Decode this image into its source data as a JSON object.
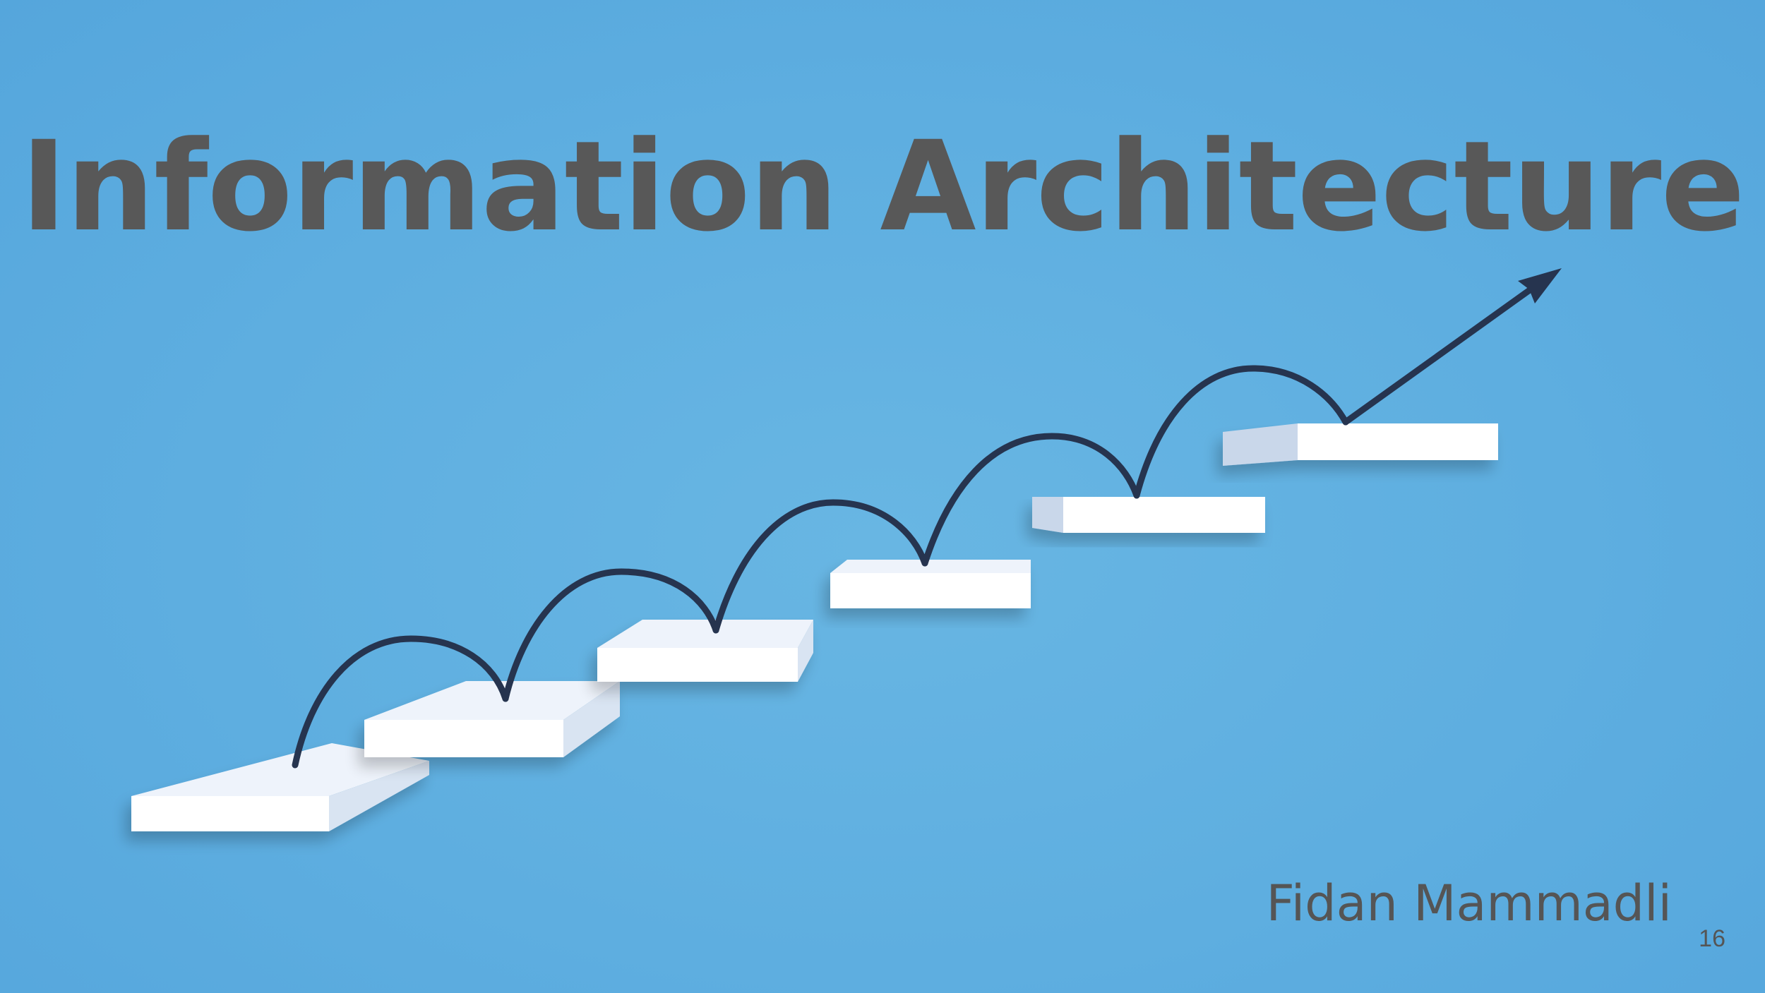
{
  "slide": {
    "title": "Information Architecture",
    "author": "Fidan Mammadli",
    "page_number": "16"
  },
  "colors": {
    "background": "#5eaee0",
    "title_text": "#585858",
    "arrow": "#26344f",
    "step_top": "#ffffff",
    "step_side": "#dfe8f5"
  },
  "illustration": {
    "description_icon": "stairs-arrow-icon"
  }
}
